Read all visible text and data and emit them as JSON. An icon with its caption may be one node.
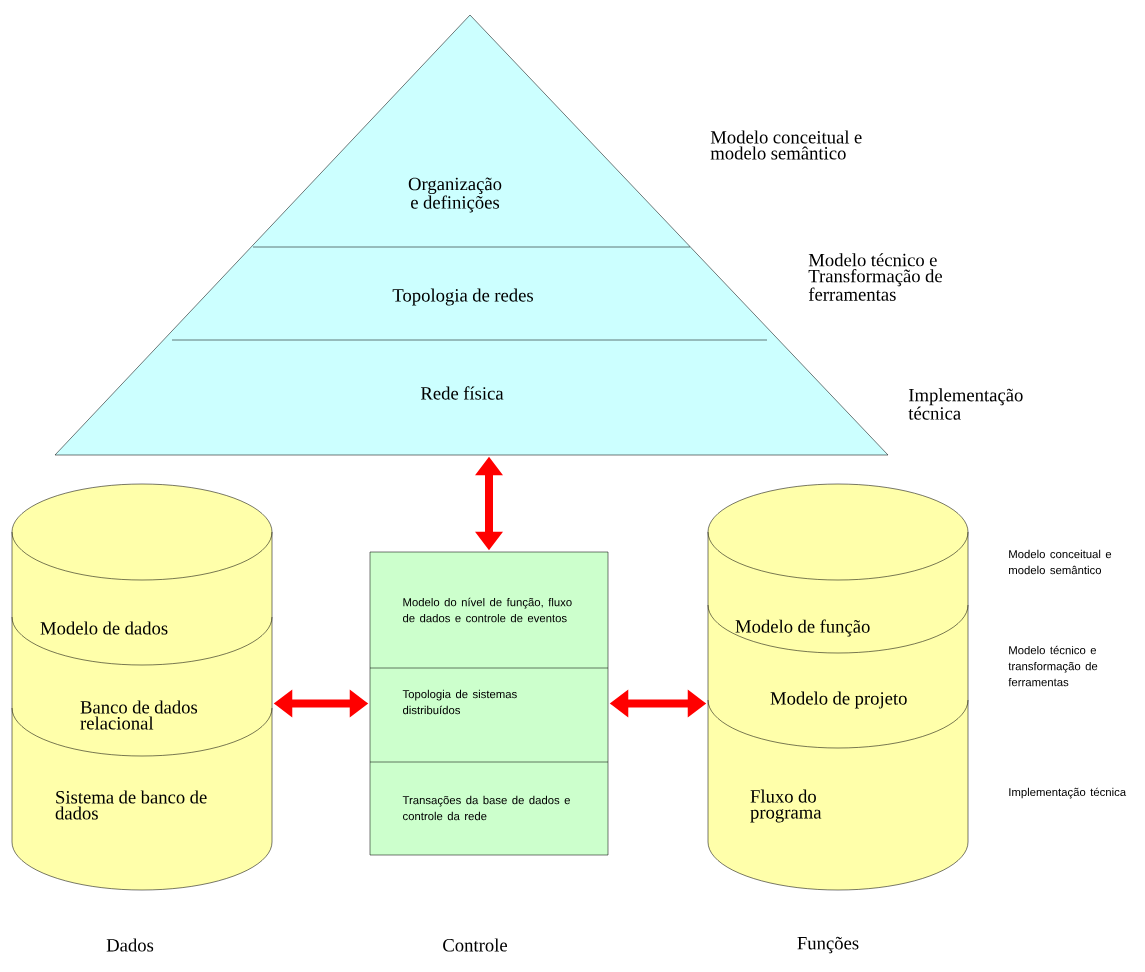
{
  "diagram": {
    "nodes": [
      {
        "text": [
          "Organização e definições",
          "Topologia de redes",
          "Rede física"
        ]
      },
      {
        "text": [
          "Modelo de dados",
          "Banco de dados relacional",
          "Sistema de banco de dados"
        ]
      },
      {
        "text": [
          "Modelo do nível de função, fluxo de dados e controle de eventos",
          "Topologia de sistemas distribuídos",
          "Transações da base de dados e controle da rede"
        ]
      },
      {
        "text": [
          "Modelo de função",
          "Modelo de projeto",
          "Fluxo do programa"
        ]
      }
    ],
    "edges": [
      {
        "from": 0,
        "to": 2,
        "arrow": "both"
      },
      {
        "from": 1,
        "to": 2,
        "arrow": "both"
      },
      {
        "from": 2,
        "to": 3,
        "arrow": "both"
      }
    ],
    "labels": [
      "Modelo conceitual e modelo semântico",
      "Modelo técnico e Transformação de ferramentas",
      "Implementação técnica",
      "Modelo conceitual e modelo semântico",
      "Modelo técnico e transformação de ferramentas",
      "Implementação técnica",
      "Dados",
      "Controle",
      "Funções"
    ]
  }
}
